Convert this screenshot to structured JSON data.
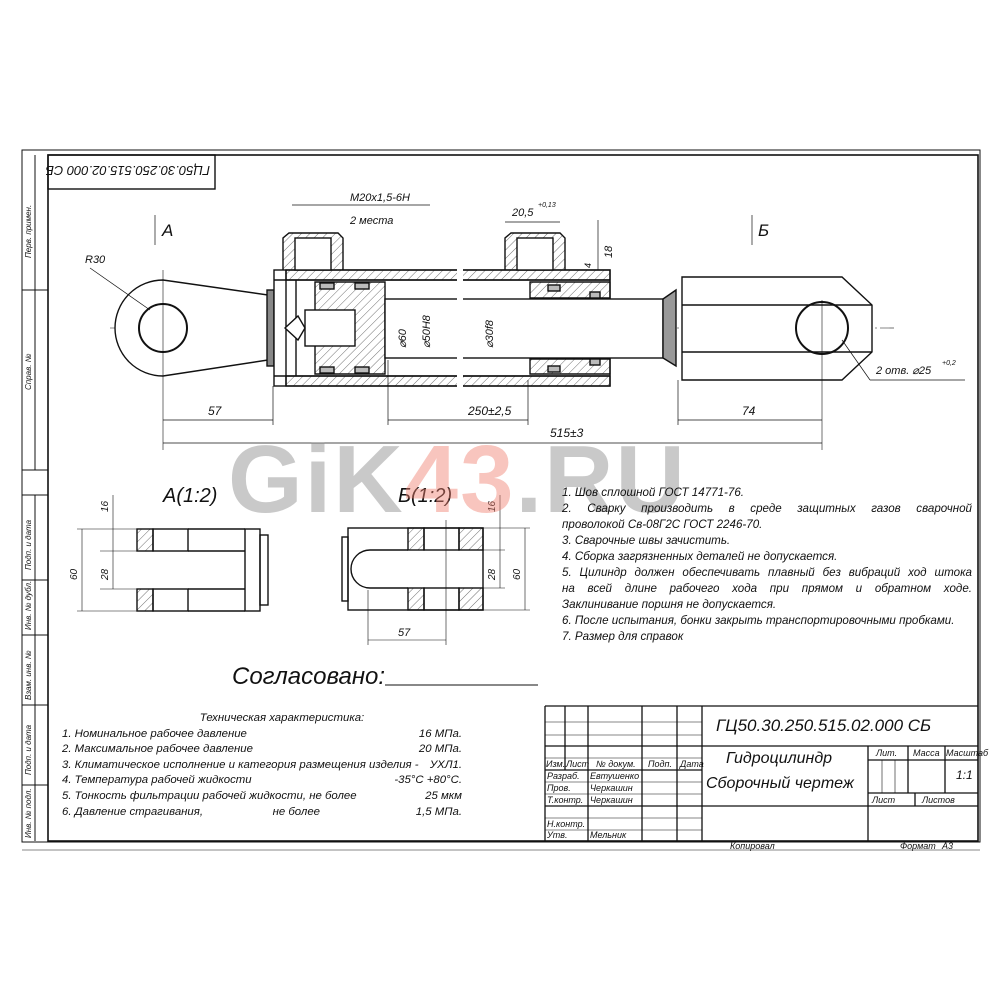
{
  "drawing": {
    "doc_number": "ГЦ50.30.250.515.02.000 СБ",
    "doc_number_rotated": "ГЦ50.30.250.515.02.000 СБ",
    "title_line1": "Гидроцилиндр",
    "title_line2": "Сборочный чертеж",
    "watermark_main": "GiK",
    "watermark_accent": "43",
    "watermark_tail": ".RU",
    "colors": {
      "line": "#111111",
      "watermark_gray": "#8a8a8a",
      "watermark_accent": "#f08070"
    }
  },
  "margin_labels": [
    "Перв. примен.",
    "Справ. №",
    "Подп. и дата",
    "Инв. № дубл.",
    "Взам. инв. №",
    "Подп. и дата",
    "Инв. № подл."
  ],
  "main_view": {
    "view_a_label": "А",
    "view_b_label": "Б",
    "radius_label": "R30",
    "thread_label": "M20x1,5-6H",
    "thread_places": "2 места",
    "port_width": "20,5",
    "port_width_tol": "+0,13",
    "port_height": "18",
    "port_depth": "4",
    "bore_outer": "⌀60",
    "bore_inner": "⌀50H8",
    "rod_dia": "⌀30f8",
    "holes_label": "2 отв. ⌀25",
    "holes_tol": "+0,2",
    "dim_eye": "57",
    "dim_stroke": "250±2,5",
    "dim_clevis": "74",
    "dim_total": "515±3"
  },
  "details": {
    "a_title": "А(1:2)",
    "b_title": "Б(1:2)",
    "a_dims": [
      "16",
      "28",
      "60"
    ],
    "b_dims": [
      "16",
      "28",
      "60",
      "57"
    ]
  },
  "approval_label": "Согласовано:",
  "notes": [
    "1. Шов сплошной  ГОСТ 14771-76.",
    "2.  Сварку  производить  в  среде  защитных  газов  сварочной",
    "проволокой Св-08Г2С   ГОСТ 2246-70.",
    "3. Сварочные швы зачистить.",
    "4. Сборка загрязненных деталей не допускается.",
    "5. Цилиндр должен обеспечивать плавный без вибраций ход штока",
    "на всей длине рабочего хода  при прямом и обратном ходе.",
    "Заклинивание поршня не допускается.",
    "6. После испытания, бонки закрыть транспортировочными пробками.",
    "7. Размер для справок"
  ],
  "tech": {
    "title": "Техническая характеристика:",
    "rows": [
      {
        "label": "1. Номинальное рабочее давление",
        "value": "16 МПа."
      },
      {
        "label": "2. Максимальное рабочее давление",
        "value": "20 МПа."
      },
      {
        "label": "3. Климатическое исполнение и категория размещения изделия -",
        "value": "УХЛ1."
      },
      {
        "label": "4. Температура рабочей жидкости",
        "value": "-35°С +80°С."
      },
      {
        "label": "5. Тонкость фильтрации рабочей жидкости, не более",
        "value": "25 мкм"
      },
      {
        "label": "6. Давление страгивания,                      не более",
        "value": "1,5 МПа."
      }
    ]
  },
  "title_block": {
    "headers": {
      "izm": "Изм.",
      "list": "Лист",
      "doc": "№ докум.",
      "sign": "Подп.",
      "date": "Дата"
    },
    "roles": [
      {
        "role": "Разраб.",
        "name": "Евтушенко"
      },
      {
        "role": "Пров.",
        "name": "Черкашин"
      },
      {
        "role": "Т.контр.",
        "name": "Черкашин"
      },
      {
        "role": "",
        "name": ""
      },
      {
        "role": "Н.контр.",
        "name": ""
      },
      {
        "role": "Утв.",
        "name": "Мельник"
      }
    ],
    "lit": "Лит.",
    "mass": "Масса",
    "scale_label": "Масштаб",
    "scale": "1:1",
    "sheet": "Лист",
    "sheets": "Листов",
    "copied": "Копировал",
    "format_label": "Формат",
    "format": "А3"
  }
}
